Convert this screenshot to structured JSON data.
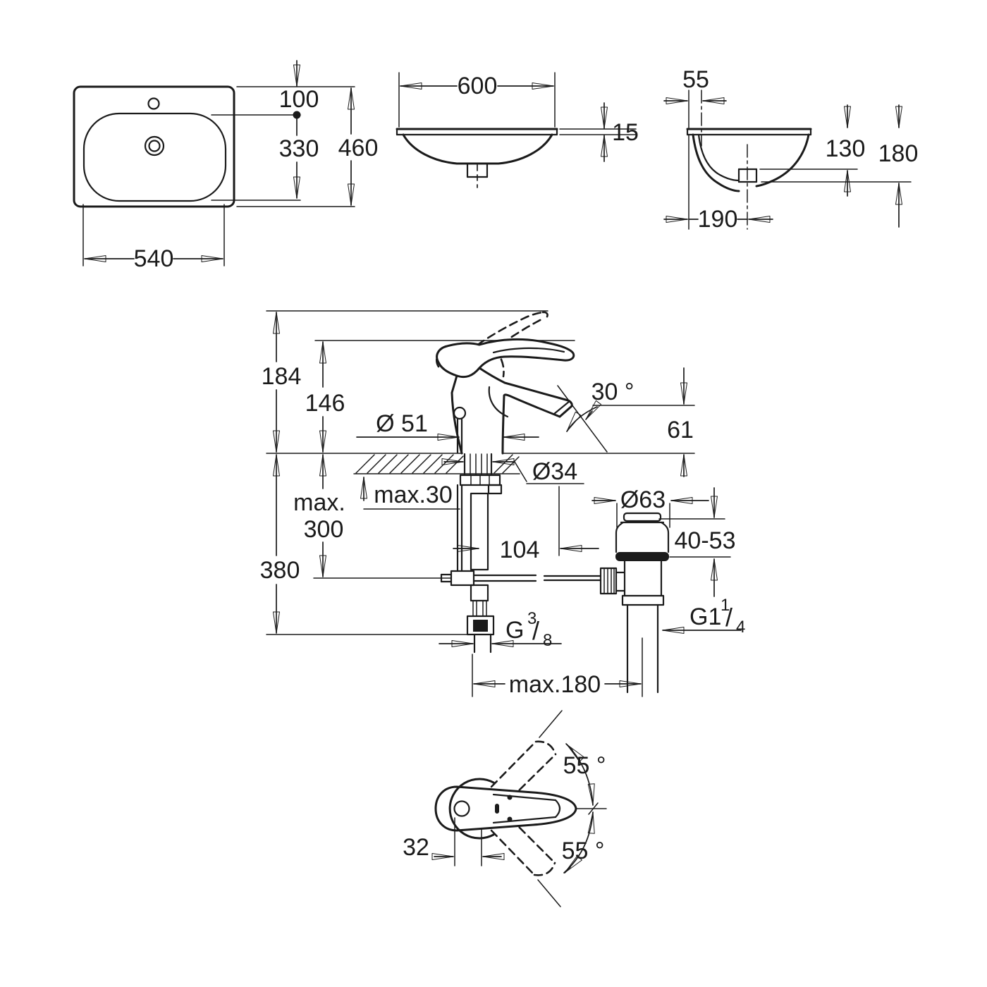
{
  "background": "#ffffff",
  "ink": "#1b1b1b",
  "views": {
    "sink_top": {
      "d100": "100",
      "d330": "330",
      "d460": "460",
      "d540": "540"
    },
    "sink_front": {
      "d600": "600",
      "d15": "15"
    },
    "sink_side": {
      "d55": "55",
      "d130": "130",
      "d180": "180",
      "d190": "190"
    },
    "faucet_side": {
      "d184": "184",
      "d146": "146",
      "d51": "Ø 51",
      "a30": "30 °",
      "d61": "61",
      "d34": "Ø34",
      "max30": "max.30",
      "max300_1": "max.",
      "max300_2": "300",
      "d380": "380",
      "d104": "104",
      "d63": "Ø63",
      "d40_53": "40-53",
      "max180": "max.180",
      "g38_base": "G",
      "g38_sup": "3",
      "g38_slash": "/",
      "g38_sub": "8",
      "g114_base": "G1",
      "g114_sup": "1",
      "g114_slash": "/",
      "g114_sub": "4"
    },
    "faucet_top": {
      "a55_upper": "55 °",
      "a55_lower": "55 °",
      "d32": "32"
    }
  }
}
